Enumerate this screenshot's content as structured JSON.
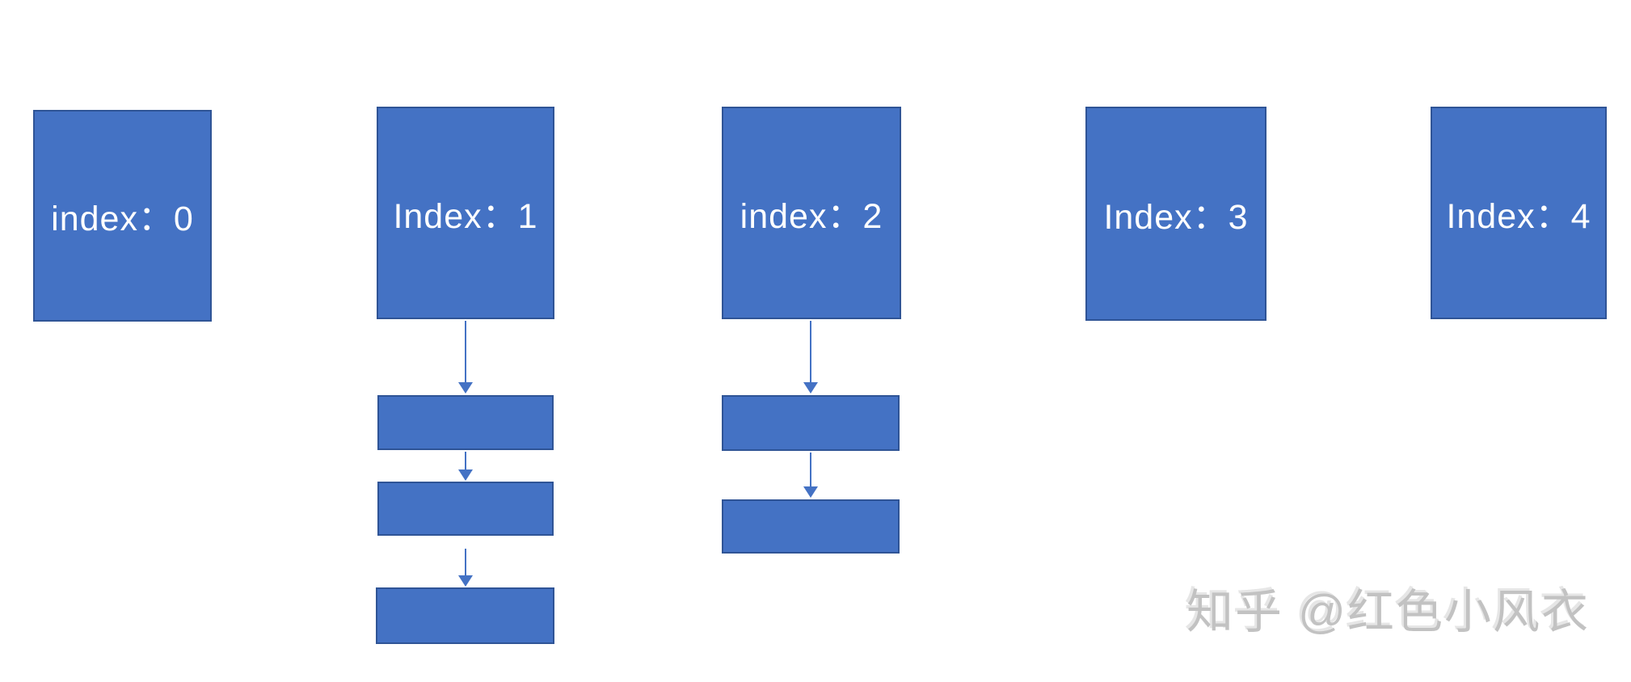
{
  "diagram": {
    "type": "hash-table-separate-chaining",
    "buckets": [
      {
        "label": "index：0",
        "chain_length": 0
      },
      {
        "label": "Index：1",
        "chain_length": 3
      },
      {
        "label": "index：2",
        "chain_length": 2
      },
      {
        "label": "Index：3",
        "chain_length": 0
      },
      {
        "label": "Index：4",
        "chain_length": 0
      }
    ],
    "colors": {
      "box_fill": "#4472C4",
      "box_border": "#2F5496",
      "arrow": "#4472C4",
      "label_text": "#FFFFFF",
      "watermark_text": "#C2C2C2"
    },
    "watermark": "知乎 @红色小风衣"
  }
}
